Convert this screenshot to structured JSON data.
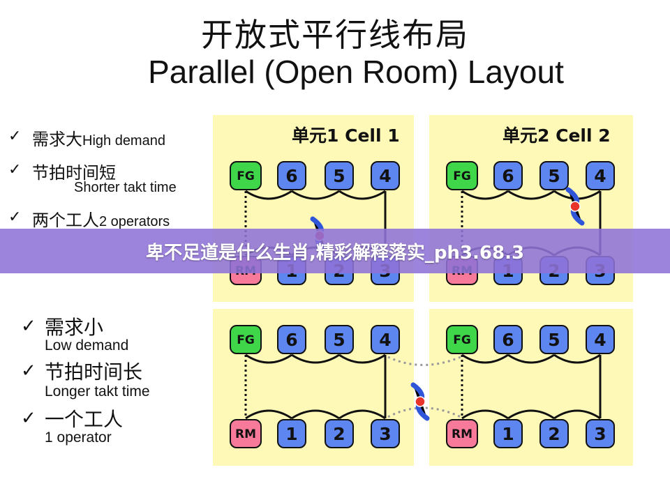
{
  "title_cn": "开放式平行线布局",
  "title_en": "Parallel (Open Room) Layout",
  "banner_text": "卑不足道是什么生肖,精彩解释落实_ph3.68.3",
  "check_glyph": "✓",
  "bullets_top": [
    {
      "cn": "需求大",
      "en": "High demand"
    },
    {
      "cn": "节拍时间短",
      "en": "Shorter takt time"
    },
    {
      "cn": "两个工人",
      "en": "2 operators"
    }
  ],
  "bullets_bottom": [
    {
      "cn": "需求小",
      "en": "Low demand"
    },
    {
      "cn": "节拍时间长",
      "en": "Longer takt time"
    },
    {
      "cn": "一个工人",
      "en": "1 operator"
    }
  ],
  "cell1_label": "单元1  Cell 1",
  "cell2_label": "单元2  Cell 2",
  "station_labels": {
    "fg": "FG",
    "rm": "RM",
    "top": [
      "6",
      "5",
      "4"
    ],
    "bottom": [
      "1",
      "2",
      "3"
    ]
  },
  "colors": {
    "cell_bg": "#FFF9B8",
    "station_blue": "#5E86F0",
    "fg_green": "#3FD64A",
    "rm_pink": "#F77A9A",
    "operator_red": "#E8342A",
    "operator_blue": "#2F55D9",
    "banner": "#8E72D6"
  }
}
